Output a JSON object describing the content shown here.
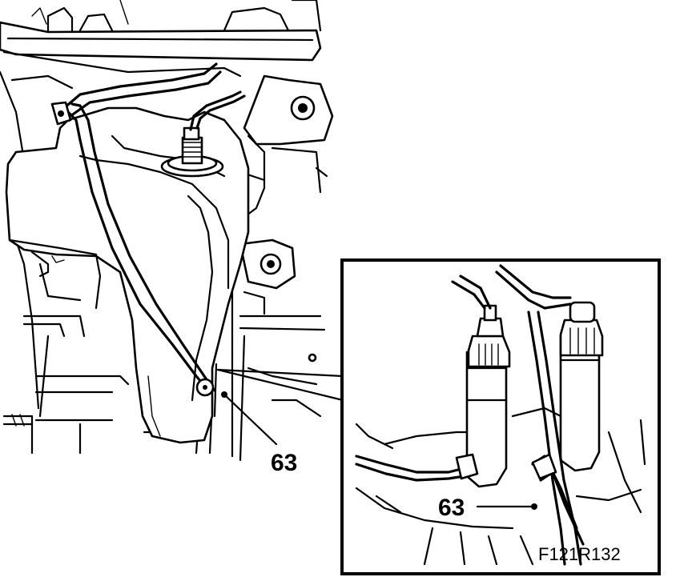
{
  "callouts": {
    "main_label": "63",
    "detail_label": "63"
  },
  "figure_code": "F121R132"
}
